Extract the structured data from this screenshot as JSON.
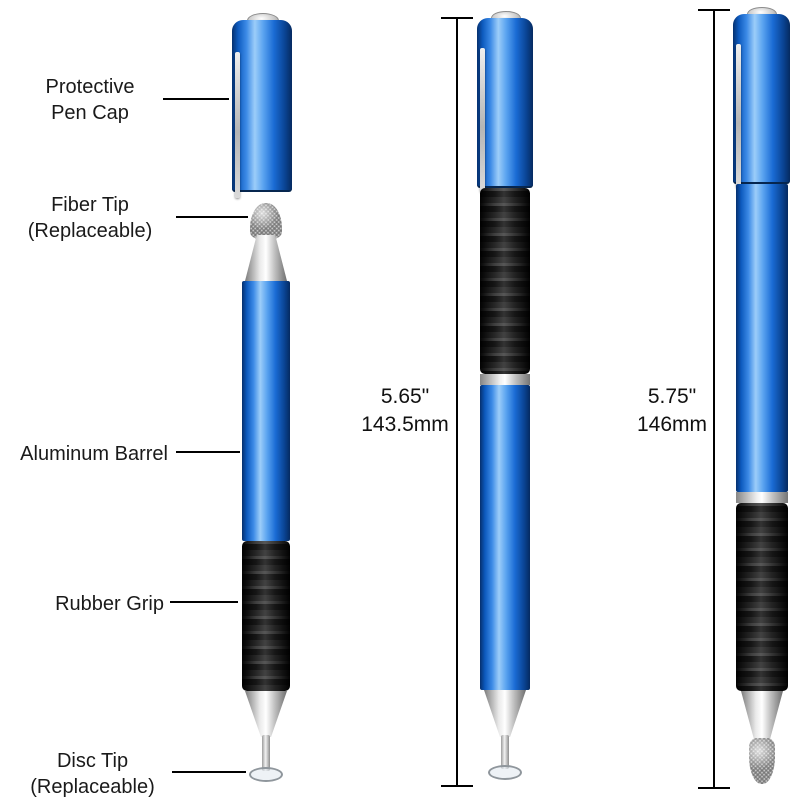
{
  "callouts": [
    {
      "label": "Protective\nPen Cap"
    },
    {
      "label": "Fiber Tip\n(Replaceable)"
    },
    {
      "label": "Aluminum Barrel"
    },
    {
      "label": "Rubber Grip"
    },
    {
      "label": "Disc Tip\n(Replaceable)"
    }
  ],
  "measurements": [
    {
      "inches": "5.65\"",
      "metric": "143.5mm"
    },
    {
      "inches": "5.75\"",
      "metric": "146mm"
    }
  ],
  "colors": {
    "pen_blue": "#1a6bd4",
    "pen_blue_highlight": "#9ccdf9",
    "grip_black": "#111111",
    "chrome": "#d9d9d9",
    "annotation_line": "#000000",
    "background": "#ffffff"
  }
}
